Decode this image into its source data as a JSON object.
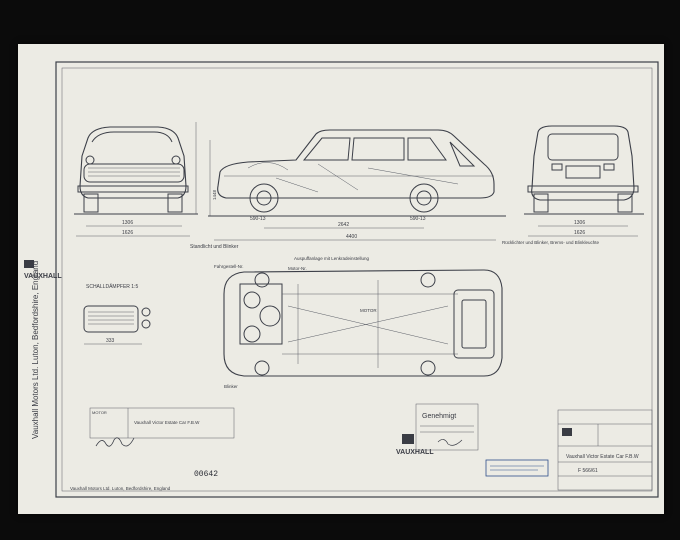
{
  "drawing": {
    "title_lines": [
      "Vauxhall Victor Estate Car F.B.W"
    ],
    "brand": "VAUXHALL",
    "side_margin_text": "Vauxhall Motors Ltd. Luton, Bedfordshire, England",
    "serial_number": "00642",
    "muffler_label": "SCHALLDÄMPFER 1:5",
    "approval_stamp": "Genehmigt",
    "drawing_no": "F 566/61"
  },
  "dimensions": {
    "front_width_1": "1306",
    "front_width_2": "1626",
    "rear_width_1": "1306",
    "rear_width_2": "1626",
    "wheelbase": "2642",
    "length": "4400",
    "height": "1448",
    "muffler_length": "333"
  },
  "labels": {
    "parking_light": "Standlicht und Blinker",
    "rear_lights": "Rücklichter und Blinker, Brems- und Blinkleuchte",
    "wheel_mark": "590-13",
    "steering": "Fahrgestell-Nr.",
    "muffler_note": "Auspuffanlage mit Lenkradeinstellung",
    "motor_no": "Motor-Nr.",
    "blinker": "Blinker",
    "engine_box": "MOTOR",
    "model_box_text": "Vauxhall Victor Estate Car F.B.W",
    "footer_address": "Vauxhall Motors Ltd. Luton, Bedfordshire, England"
  },
  "colors": {
    "paper": "#ecebe4",
    "ink": "#3c3f48",
    "stamp": "#2f4f8a"
  }
}
